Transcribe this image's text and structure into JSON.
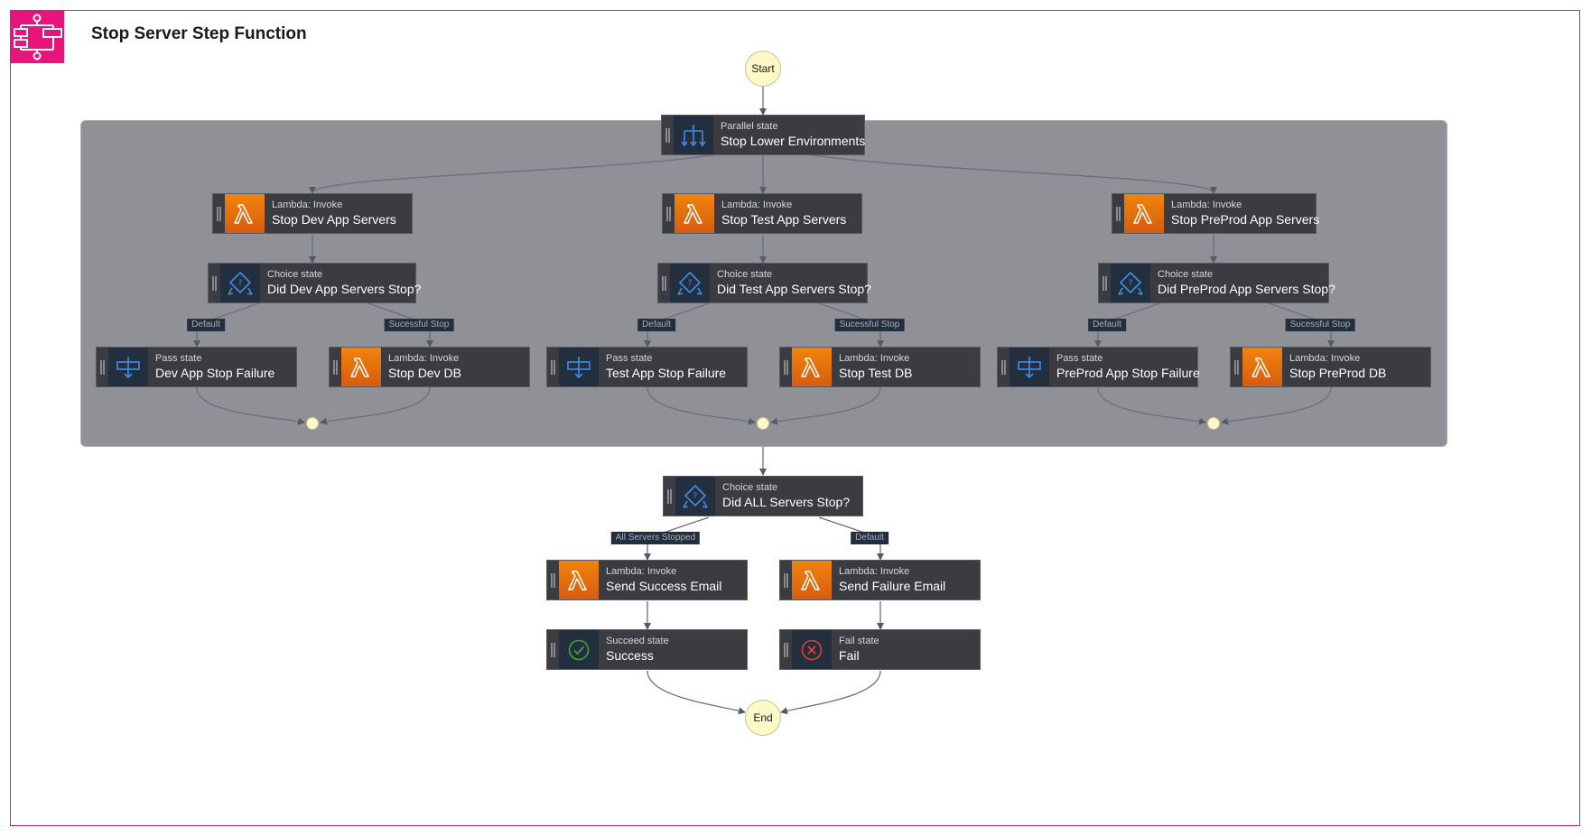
{
  "title": "Stop Server Step Function",
  "start_label": "Start",
  "end_label": "End",
  "parallel": {
    "type": "Parallel state",
    "name": "Stop Lower Environments"
  },
  "branches": [
    {
      "invoke": {
        "type": "Lambda: Invoke",
        "name": "Stop Dev App Servers"
      },
      "choice": {
        "type": "Choice state",
        "name": "Did Dev App Servers Stop?"
      },
      "default_label": "Default",
      "success_label": "Sucessful Stop",
      "pass": {
        "type": "Pass state",
        "name": "Dev App Stop Failure"
      },
      "db": {
        "type": "Lambda: Invoke",
        "name": "Stop Dev DB"
      }
    },
    {
      "invoke": {
        "type": "Lambda: Invoke",
        "name": "Stop Test App Servers"
      },
      "choice": {
        "type": "Choice state",
        "name": "Did Test App Servers Stop?"
      },
      "default_label": "Default",
      "success_label": "Sucessful Stop",
      "pass": {
        "type": "Pass state",
        "name": "Test App Stop Failure"
      },
      "db": {
        "type": "Lambda: Invoke",
        "name": "Stop Test DB"
      }
    },
    {
      "invoke": {
        "type": "Lambda: Invoke",
        "name": "Stop PreProd App Servers"
      },
      "choice": {
        "type": "Choice state",
        "name": "Did PreProd App Servers Stop?"
      },
      "default_label": "Default",
      "success_label": "Sucessful Stop",
      "pass": {
        "type": "Pass state",
        "name": "PreProd App Stop Failure"
      },
      "db": {
        "type": "Lambda: Invoke",
        "name": "Stop PreProd DB"
      }
    }
  ],
  "final_choice": {
    "type": "Choice state",
    "name": "Did ALL Servers Stop?"
  },
  "final_labels": {
    "success": "All Servers Stopped",
    "default": "Default"
  },
  "success_email": {
    "type": "Lambda: Invoke",
    "name": "Send Success Email"
  },
  "failure_email": {
    "type": "Lambda: Invoke",
    "name": "Send Failure Email"
  },
  "succeed": {
    "type": "Succeed state",
    "name": "Success"
  },
  "fail": {
    "type": "Fail state",
    "name": "Fail"
  },
  "colors": {
    "accent": "#e7157b",
    "lambda": "#ed7100",
    "node": "#3b3c41",
    "parallel_bg": "#8f9196",
    "circle": "#fff8c7"
  }
}
